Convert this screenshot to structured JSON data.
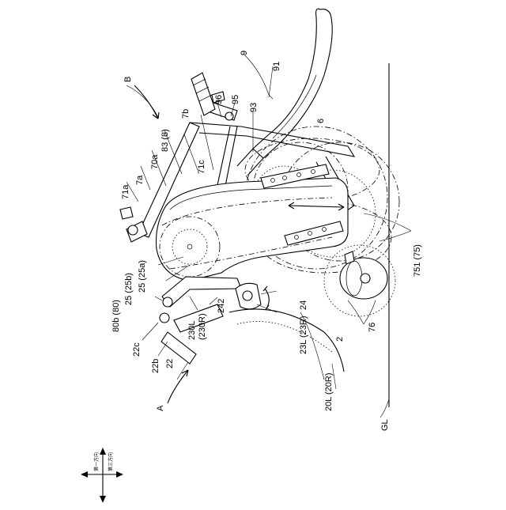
{
  "labels": {
    "B": "B",
    "L9": "9",
    "L91": "91",
    "L96": "96",
    "L95": "95",
    "L93": "93",
    "L7b": "7b",
    "L6": "6",
    "L70a": "70a",
    "L83": "83 (8)",
    "L71c": "71c",
    "L7a": "7a",
    "L71a": "71a",
    "L751": "751 (75)",
    "L25": "25 (25a)",
    "L25b": "25 (25b)",
    "L80b": "80b (80)",
    "L22c": "22c",
    "L22b": "22b",
    "L22": "22",
    "L230L": "230L",
    "L230R": "(230R)",
    "L242": "242",
    "L24": "24",
    "L23": "23L (23R)",
    "L2": "2",
    "L20": "20L (20R)",
    "L76": "76",
    "A": "A",
    "GL": "GL"
  },
  "legend": {
    "dir1": "第一方向",
    "dir3": "第三方向"
  }
}
